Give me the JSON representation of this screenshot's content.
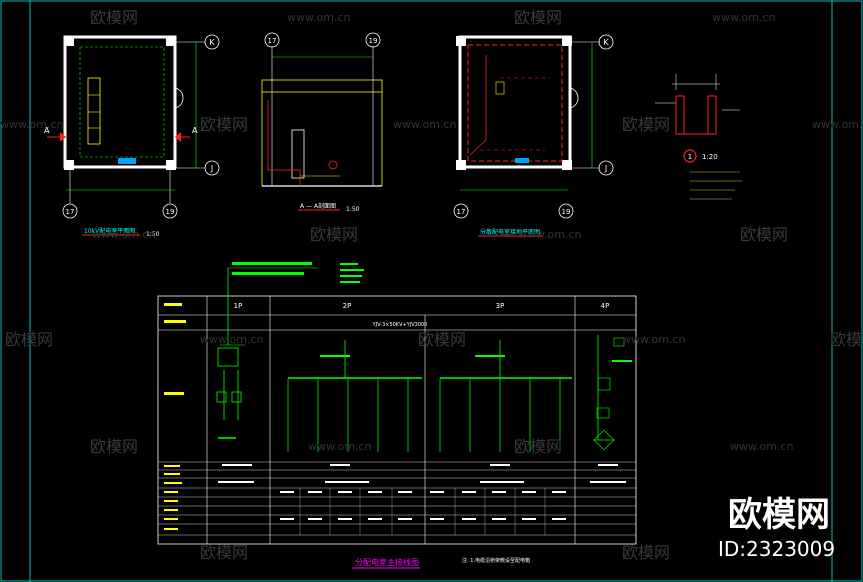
{
  "grid": {
    "col_17": "17",
    "col_19": "19",
    "row_K": "K",
    "row_J": "J"
  },
  "section_marker": "A",
  "views": {
    "plan_left_title": "10kV配电室平面图",
    "plan_left_scale": "1:50",
    "section_title": "A — A剖面图",
    "section_scale": "1:50",
    "plan_right_title": "分散配电室接地平面图",
    "detail_number": "1",
    "detail_scale": "1:20"
  },
  "schematic": {
    "title": "分配电室主接线图",
    "columns": [
      "1P",
      "2P",
      "3P",
      "4P"
    ],
    "feeder_label": "YJV-3×50KV+YJV3000",
    "note": "注: 1.电缆沿桥架敷设至配电箱"
  },
  "watermark": {
    "brand": "欧模网",
    "site": "www.om.cn",
    "id_label": "ID:2323009"
  },
  "colors": {
    "background": "#000000",
    "line": "#ffffff",
    "cyan": "#00ffff",
    "green": "#00ff00",
    "red": "#ff2020",
    "magenta": "#ff00ff",
    "yellow": "#ffff00"
  }
}
